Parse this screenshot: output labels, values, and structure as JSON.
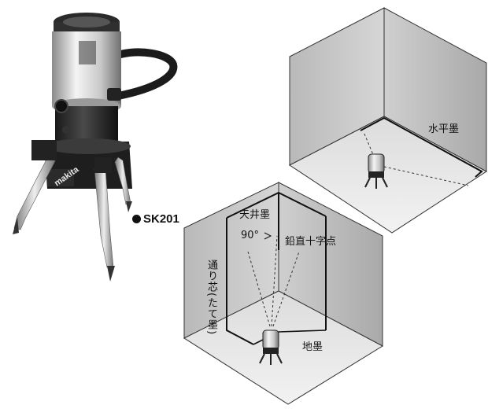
{
  "product": {
    "model": "SK201",
    "brand_logo": "makita"
  },
  "room_top": {
    "horizontal_line_label": "水平墨"
  },
  "room_bottom": {
    "ceiling_line_label": "天井墨",
    "angle_label": "90°",
    "plumb_cross_label": "鉛直十字点",
    "vertical_line_label": "通り芯(たて墨)",
    "floor_line_label": "地墨"
  }
}
